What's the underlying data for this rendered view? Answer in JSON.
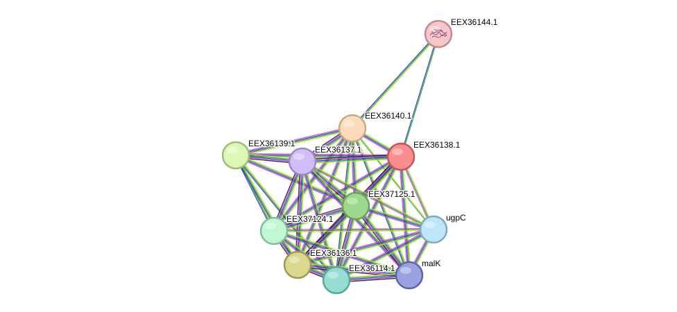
{
  "network": {
    "nodes": [
      {
        "id": "EEX36144.1",
        "label": "EEX36144.1",
        "fill": "#f7c6c9",
        "stroke": "#c48a8e",
        "structure_icon": true
      },
      {
        "id": "EEX36140.1",
        "label": "EEX36140.1",
        "fill": "#fddcbb",
        "stroke": "#c9a888"
      },
      {
        "id": "EEX36138.1",
        "label": "EEX36138.1",
        "fill": "#f98e8e",
        "stroke": "#c75757"
      },
      {
        "id": "EEX36139.1",
        "label": "EEX36139.1",
        "fill": "#ddf8b6",
        "stroke": "#9fbb77"
      },
      {
        "id": "EEX36137.1",
        "label": "EEX36137.1",
        "fill": "#d1bdf7",
        "stroke": "#9c88c3"
      },
      {
        "id": "EEX37125.1",
        "label": "EEX37125.1",
        "fill": "#9ed88c",
        "stroke": "#66a55a"
      },
      {
        "id": "ugpC",
        "label": "ugpC",
        "fill": "#bfe5f8",
        "stroke": "#83a9bd"
      },
      {
        "id": "EEX37124.1",
        "label": "EEX37124.1",
        "fill": "#c1f7d5",
        "stroke": "#84bd9a"
      },
      {
        "id": "EEX36136.1",
        "label": "EEX36136.1",
        "fill": "#dbd78e",
        "stroke": "#9c9855"
      },
      {
        "id": "EEX36114.1",
        "label": "EEX36114.1",
        "fill": "#95ddd3",
        "stroke": "#56a89c"
      },
      {
        "id": "malK",
        "label": "malK",
        "fill": "#9aa3e0",
        "stroke": "#5c65a8"
      }
    ],
    "edges": [
      {
        "source": "EEX36144.1",
        "target": "EEX36140.1",
        "colors": [
          "#c8d850",
          "#22aa22",
          "#3333cc"
        ]
      },
      {
        "source": "EEX36144.1",
        "target": "EEX36138.1",
        "colors": [
          "#22aa22",
          "#3333cc"
        ]
      },
      {
        "source": "EEX36140.1",
        "target": "EEX36138.1",
        "colors": [
          "#c8d850",
          "#22aa22",
          "#3333cc",
          "#cc44cc"
        ]
      },
      {
        "source": "EEX36140.1",
        "target": "EEX36139.1",
        "colors": [
          "#c8d850",
          "#22aa22",
          "#3333cc",
          "#cc44cc"
        ]
      },
      {
        "source": "EEX36140.1",
        "target": "EEX36137.1",
        "colors": [
          "#c8d850",
          "#22aa22",
          "#3333cc",
          "#cc44cc",
          "#222222"
        ]
      },
      {
        "source": "EEX36140.1",
        "target": "EEX37125.1",
        "colors": [
          "#c8d850",
          "#22aa22",
          "#3333cc",
          "#cc44cc"
        ]
      },
      {
        "source": "EEX36140.1",
        "target": "ugpC",
        "colors": [
          "#c8d850",
          "#22aa22"
        ]
      },
      {
        "source": "EEX36140.1",
        "target": "EEX37124.1",
        "colors": [
          "#c8d850",
          "#22aa22",
          "#3333cc",
          "#cc44cc"
        ]
      },
      {
        "source": "EEX36140.1",
        "target": "EEX36136.1",
        "colors": [
          "#c8d850",
          "#22aa22",
          "#3333cc",
          "#cc44cc"
        ]
      },
      {
        "source": "EEX36140.1",
        "target": "EEX36114.1",
        "colors": [
          "#c8d850",
          "#22aa22",
          "#3333cc"
        ]
      },
      {
        "source": "EEX36140.1",
        "target": "malK",
        "colors": [
          "#c8d850",
          "#22aa22",
          "#3333cc"
        ]
      },
      {
        "source": "EEX36138.1",
        "target": "EEX36139.1",
        "colors": [
          "#c8d850",
          "#22aa22",
          "#3333cc",
          "#cc44cc"
        ]
      },
      {
        "source": "EEX36138.1",
        "target": "EEX36137.1",
        "colors": [
          "#c8d850",
          "#22aa22",
          "#3333cc",
          "#cc44cc",
          "#222222"
        ]
      },
      {
        "source": "EEX36138.1",
        "target": "EEX37125.1",
        "colors": [
          "#c8d850",
          "#22aa22",
          "#3333cc",
          "#cc44cc",
          "#222222"
        ]
      },
      {
        "source": "EEX36138.1",
        "target": "ugpC",
        "colors": [
          "#c8d850",
          "#22aa22",
          "#cc44cc"
        ]
      },
      {
        "source": "EEX36138.1",
        "target": "EEX37124.1",
        "colors": [
          "#c8d850",
          "#22aa22",
          "#3333cc",
          "#cc44cc"
        ]
      },
      {
        "source": "EEX36138.1",
        "target": "EEX36136.1",
        "colors": [
          "#c8d850",
          "#22aa22",
          "#3333cc",
          "#cc44cc",
          "#222222"
        ]
      },
      {
        "source": "EEX36138.1",
        "target": "EEX36114.1",
        "colors": [
          "#c8d850",
          "#22aa22",
          "#3333cc",
          "#cc44cc"
        ]
      },
      {
        "source": "EEX36138.1",
        "target": "malK",
        "colors": [
          "#c8d850",
          "#22aa22",
          "#3333cc",
          "#cc44cc"
        ]
      },
      {
        "source": "EEX36139.1",
        "target": "EEX36137.1",
        "colors": [
          "#c8d850",
          "#22aa22",
          "#3333cc",
          "#cc44cc",
          "#222222"
        ]
      },
      {
        "source": "EEX36139.1",
        "target": "EEX37125.1",
        "colors": [
          "#c8d850",
          "#22aa22",
          "#3333cc",
          "#cc44cc"
        ]
      },
      {
        "source": "EEX36139.1",
        "target": "EEX37124.1",
        "colors": [
          "#c8d850",
          "#22aa22",
          "#3333cc"
        ]
      },
      {
        "source": "EEX36139.1",
        "target": "EEX36136.1",
        "colors": [
          "#c8d850",
          "#22aa22",
          "#3333cc"
        ]
      },
      {
        "source": "EEX36139.1",
        "target": "EEX36114.1",
        "colors": [
          "#c8d850",
          "#22aa22",
          "#3333cc"
        ]
      },
      {
        "source": "EEX36137.1",
        "target": "EEX37125.1",
        "colors": [
          "#c8d850",
          "#22aa22",
          "#3333cc",
          "#cc44cc",
          "#222222"
        ]
      },
      {
        "source": "EEX36137.1",
        "target": "EEX37124.1",
        "colors": [
          "#c8d850",
          "#22aa22",
          "#3333cc",
          "#cc44cc",
          "#222222"
        ]
      },
      {
        "source": "EEX36137.1",
        "target": "EEX36136.1",
        "colors": [
          "#c8d850",
          "#22aa22",
          "#3333cc",
          "#cc44cc",
          "#222222"
        ]
      },
      {
        "source": "EEX36137.1",
        "target": "EEX36114.1",
        "colors": [
          "#c8d850",
          "#22aa22",
          "#3333cc",
          "#cc44cc"
        ]
      },
      {
        "source": "EEX36137.1",
        "target": "malK",
        "colors": [
          "#c8d850",
          "#22aa22",
          "#3333cc",
          "#cc44cc"
        ]
      },
      {
        "source": "EEX36137.1",
        "target": "ugpC",
        "colors": [
          "#c8d850",
          "#22aa22",
          "#cc44cc"
        ]
      },
      {
        "source": "EEX37125.1",
        "target": "ugpC",
        "colors": [
          "#c8d850",
          "#22aa22",
          "#3333cc",
          "#cc44cc"
        ]
      },
      {
        "source": "EEX37125.1",
        "target": "EEX37124.1",
        "colors": [
          "#c8d850",
          "#22aa22",
          "#3333cc",
          "#cc44cc",
          "#222222"
        ]
      },
      {
        "source": "EEX37125.1",
        "target": "EEX36136.1",
        "colors": [
          "#c8d850",
          "#22aa22",
          "#3333cc",
          "#cc44cc",
          "#222222"
        ]
      },
      {
        "source": "EEX37125.1",
        "target": "EEX36114.1",
        "colors": [
          "#c8d850",
          "#22aa22",
          "#3333cc",
          "#cc44cc",
          "#222222"
        ]
      },
      {
        "source": "EEX37125.1",
        "target": "malK",
        "colors": [
          "#c8d850",
          "#22aa22",
          "#3333cc",
          "#cc44cc",
          "#222222"
        ]
      },
      {
        "source": "ugpC",
        "target": "EEX37124.1",
        "colors": [
          "#c8d850",
          "#22aa22",
          "#cc44cc"
        ]
      },
      {
        "source": "ugpC",
        "target": "EEX36136.1",
        "colors": [
          "#c8d850",
          "#22aa22",
          "#3333cc",
          "#cc44cc"
        ]
      },
      {
        "source": "ugpC",
        "target": "EEX36114.1",
        "colors": [
          "#c8d850",
          "#22aa22",
          "#3333cc",
          "#cc44cc"
        ]
      },
      {
        "source": "ugpC",
        "target": "malK",
        "colors": [
          "#c8d850",
          "#22aa22",
          "#3333cc",
          "#cc44cc"
        ]
      },
      {
        "source": "EEX37124.1",
        "target": "EEX36136.1",
        "colors": [
          "#c8d850",
          "#22aa22",
          "#3333cc",
          "#cc44cc",
          "#222222"
        ]
      },
      {
        "source": "EEX37124.1",
        "target": "EEX36114.1",
        "colors": [
          "#c8d850",
          "#22aa22",
          "#3333cc",
          "#cc44cc"
        ]
      },
      {
        "source": "EEX37124.1",
        "target": "malK",
        "colors": [
          "#c8d850",
          "#22aa22",
          "#3333cc",
          "#cc44cc"
        ]
      },
      {
        "source": "EEX36136.1",
        "target": "EEX36114.1",
        "colors": [
          "#c8d850",
          "#22aa22",
          "#3333cc",
          "#cc44cc",
          "#222222"
        ]
      },
      {
        "source": "EEX36136.1",
        "target": "malK",
        "colors": [
          "#c8d850",
          "#22aa22",
          "#3333cc",
          "#cc44cc",
          "#222222"
        ]
      },
      {
        "source": "EEX36114.1",
        "target": "malK",
        "colors": [
          "#c8d850",
          "#22aa22",
          "#3333cc",
          "#cc44cc",
          "#222222"
        ]
      }
    ]
  }
}
